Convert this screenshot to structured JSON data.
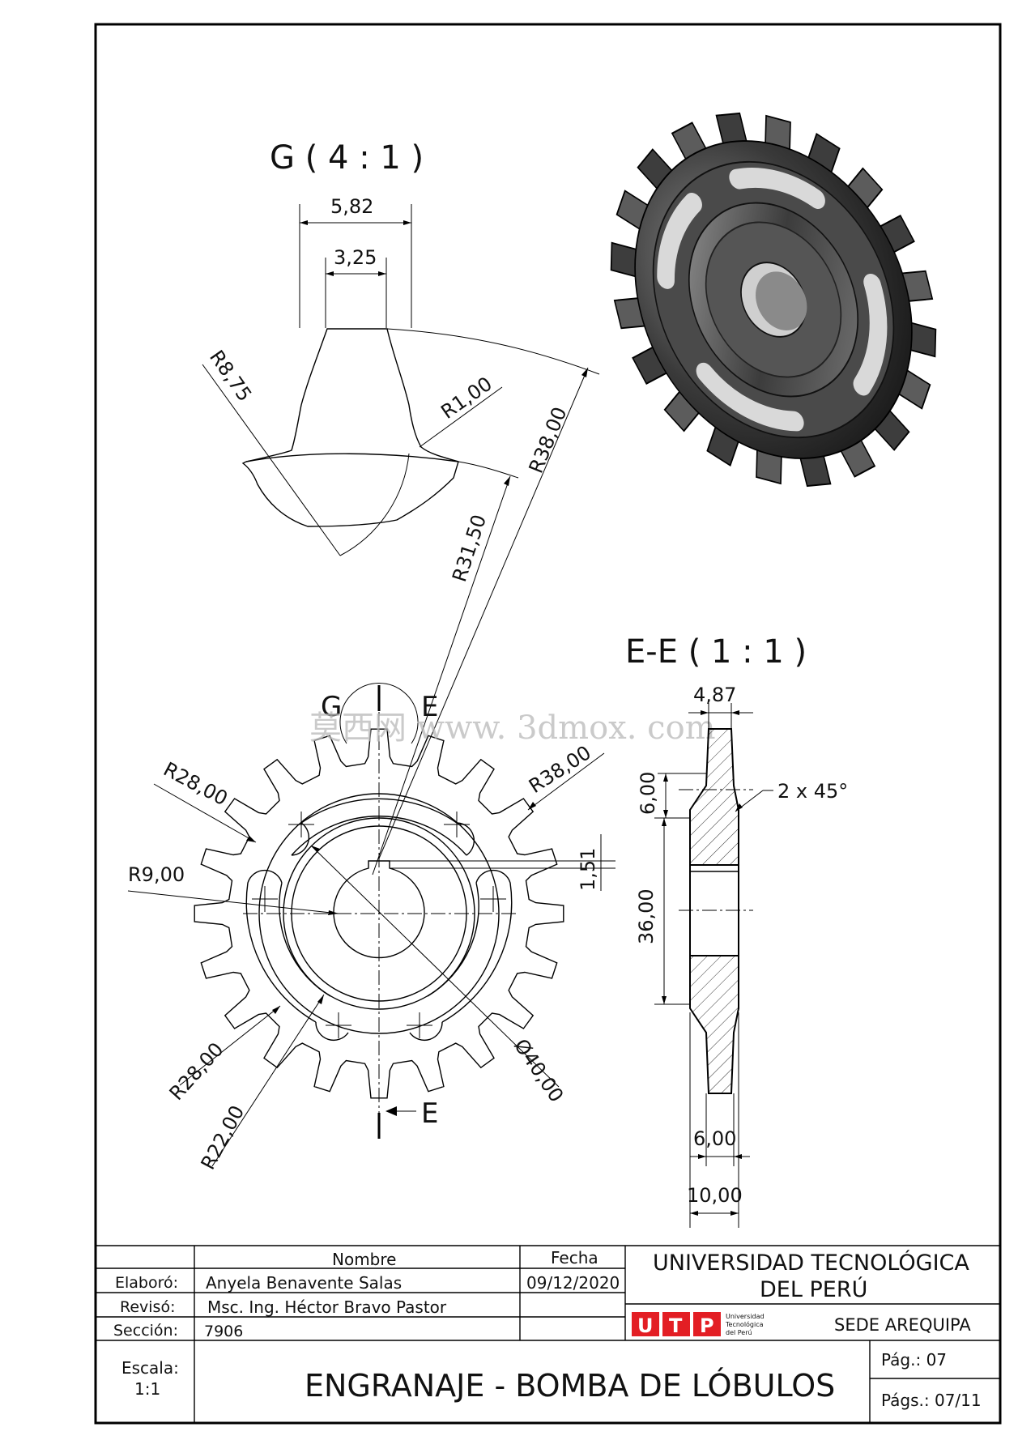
{
  "views": {
    "detail_title": "G ( 4 : 1 )",
    "section_title": "E-E ( 1 : 1 )"
  },
  "dimensions": {
    "detail": {
      "top_outer": "5,82",
      "top_inner": "3,25",
      "r_fillet_big": "R8,75",
      "r_fillet_small": "R1,00",
      "r_outer": "R38,00",
      "r_root": "R31,50"
    },
    "front": {
      "r28_top": "R28,00",
      "r38": "R38,00",
      "r9": "R9,00",
      "keyway": "1,51",
      "r28_bottom": "R28,00",
      "r22": "R22,00",
      "dia40": "Ø40,00"
    },
    "section": {
      "top_width": "4,87",
      "chamfer_height": "6,00",
      "chamfer_note": "2 x 45°",
      "hub_height": "36,00",
      "web_width": "6,00",
      "hub_width": "10,00"
    }
  },
  "markers": {
    "detail_letter": "G",
    "section_letter_top": "E",
    "section_letter_bottom": "E"
  },
  "watermark": "莫西网 www. 3dmox. com",
  "title_block": {
    "col_nombre": "Nombre",
    "col_fecha": "Fecha",
    "rows": [
      {
        "label": "Elaboró:",
        "name": "Anyela Benavente Salas",
        "date": "09/12/2020"
      },
      {
        "label": "Revisó:",
        "name": "Msc. Ing. Héctor Bravo Pastor",
        "date": ""
      },
      {
        "label": "Sección:",
        "name": "7906",
        "date": ""
      }
    ],
    "university_line1": "UNIVERSIDAD TECNOLÓGICA",
    "university_line2": "DEL PERÚ",
    "logo_letters": [
      "U",
      "T",
      "P"
    ],
    "logo_caption": [
      "Universidad",
      "Tecnológica",
      "del Perú"
    ],
    "campus": "SEDE AREQUIPA",
    "scale_label": "Escala:",
    "scale_value": "1:1",
    "drawing_title": "ENGRANAJE - BOMBA DE LÓBULOS",
    "page": "Pág.: 07",
    "pages": "Págs.: 07/11"
  },
  "colors": {
    "logo_red": "#e31e24",
    "render_dark": "#2b2b2b",
    "render_mid": "#5a5a5a",
    "render_light": "#9a9a9a"
  }
}
